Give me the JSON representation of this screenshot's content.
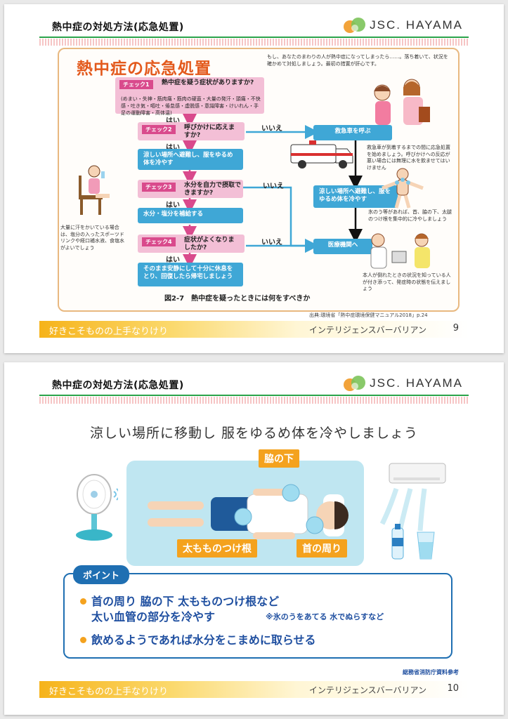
{
  "slides": [
    {
      "header_title": "熱中症の対処方法(応急処置)",
      "logo_text": "JSC. HAYAMA",
      "panel": {
        "title": "熱中症の応急処置",
        "intro": "もし、あなたのまわりの人が熱中症になってしまったら……。落ち着いて、状況を確かめて対処しましょう。最初の措置が肝心です。",
        "check1_tag": "チェック1",
        "check1_question": "熱中症を疑う症状がありますか?",
        "check1_symptoms": "(めまい・失神・筋肉痛・筋肉の硬直・大量の発汗・頭痛・不快感・吐き気・嘔吐・倦怠感・虚脱感・意識障害・けいれん・手足の運動障害・高体温)",
        "yes1": "はい",
        "check2_tag": "チェック2",
        "check2_question": "呼びかけに応えますか?",
        "no1": "いいえ",
        "ambulance": "救急車を呼ぶ",
        "ambulance_note": "救急車が到着するまでの間に応急処置を始めましょう。呼びかけへの反応が悪い場合には無理に水を飲ませてはいけません",
        "yes2": "はい",
        "action_cool": "涼しい場所へ避難し、服をゆるめ体を冷やす",
        "action_cool_right": "涼しい場所へ避難し、服をゆるめ体を冷やす",
        "ice_note": "氷のう等があれば、首、脇の下、太腿のつけ根を集中的に冷やしましょう",
        "check3_tag": "チェック3",
        "check3_question": "水分を自力で摂取できますか?",
        "no2": "いいえ",
        "yes3": "はい",
        "action_water": "水分・塩分を補給する",
        "sweat_note": "大量に汗をかいている場合は、塩分の入ったスポーツドリンクや経口補水液、食塩水がよいでしょう",
        "check4_tag": "チェック4",
        "check4_question": "症状がよくなりましたか?",
        "no3": "いいえ",
        "yes4": "はい",
        "action_rest": "そのまま安静にして十分に休息をとり、回復したら帰宅しましょう",
        "hospital": "医療機関へ",
        "hospital_note": "本人が倒れたときの状況を知っている人が付き添って、発症時の状態を伝えましょう",
        "caption": "図2-7　熱中症を疑ったときには何をすべきか"
      },
      "source": "出典:環境省「熱中症環境保健マニュアル2018」p.24",
      "footer_left": "好きこそものの上手なりけり",
      "footer_right": "インテリジェンスバーバリアン",
      "page": "9"
    },
    {
      "header_title": "熱中症の対処方法(応急処置)",
      "logo_text": "JSC. HAYAMA",
      "title": "涼しい場所に移動し 服をゆるめ体を冷やしましょう",
      "label_armpit": "脇の下",
      "label_thigh": "太もものつけ根",
      "label_neck": "首の周り",
      "point_tag": "ポイント",
      "point1_line1": "首の周り 脇の下 太もものつけ根など",
      "point1_line2": "太い血管の部分を冷やす",
      "point1_note": "※氷のうをあてる 水でぬらすなど",
      "point2": "飲めるようであれば水分をこまめに取らせる",
      "source": "総務省消防庁資料参考",
      "footer_left": "好きこそものの上手なりけり",
      "footer_right": "インテリジェンスバーバリアン",
      "page": "10"
    }
  ],
  "colors": {
    "pink_box": "#f3bfd6",
    "pink_tag": "#d94a8c",
    "blue_box": "#3fa7d6",
    "title_orange": "#e35a1d",
    "label_orange": "#f4a21e",
    "point_blue": "#1f6fb2",
    "header_green": "#2aa34a"
  }
}
